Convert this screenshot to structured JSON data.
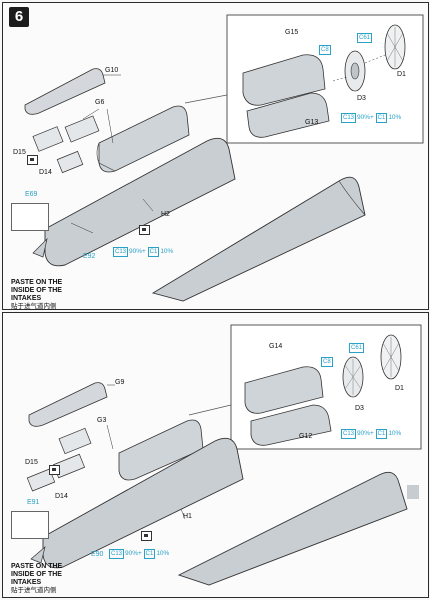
{
  "step": {
    "number": "6"
  },
  "top": {
    "parts": {
      "g10": "G10",
      "g6": "G6",
      "d15": "D15",
      "d14": "D14",
      "e69": "E69",
      "e92": "E92",
      "h2": "H2",
      "g15": "G15",
      "g13": "G13",
      "d1": "D1",
      "d3": "D3"
    },
    "chips": {
      "c61": "C61",
      "c8": "C8",
      "c13a": "C13",
      "c1a": "C1",
      "c13b": "C13",
      "c1b": "C1"
    },
    "paint_main": {
      "pct1": "90%+",
      "pct2": "10%"
    },
    "paint_inset": {
      "pct1": "90%+",
      "pct2": "10%"
    },
    "note": {
      "line1": "PASTE ON THE",
      "line2": "INSIDE OF THE",
      "line3": "INTAKES",
      "cn": "贴于进气道内侧"
    }
  },
  "bottom": {
    "parts": {
      "g9": "G9",
      "g3": "G3",
      "d15": "D15",
      "d14": "D14",
      "e91": "E91",
      "e90": "E90",
      "h1": "H1",
      "g14": "G14",
      "g12": "G12",
      "d1": "D1",
      "d3": "D3"
    },
    "chips": {
      "c61": "C61",
      "c8": "C8",
      "c13a": "C13",
      "c1a": "C1",
      "c13b": "C13",
      "c1b": "C1"
    },
    "paint_main": {
      "pct1": "90%+",
      "pct2": "10%"
    },
    "paint_inset": {
      "pct1": "90%+",
      "pct2": "10%"
    },
    "note": {
      "line1": "PASTE ON THE",
      "line2": "INSIDE OF THE",
      "line3": "INTAKES",
      "cn": "贴于进气道内侧"
    }
  },
  "colors": {
    "accent": "#2aa1c6",
    "part": "#c9ced3",
    "line": "#333333"
  }
}
